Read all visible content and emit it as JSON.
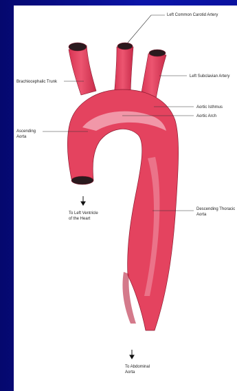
{
  "diagram": {
    "labels": {
      "left_common_carotid": "Left Common Carotid Artery",
      "brachiocephalic": "Brachiocephalic Trunk",
      "left_subclavian": "Left Subclavian Artery",
      "aortic_isthmus": "Aortic Isthmus",
      "aortic_arch": "Aortic Arch",
      "ascending_line1": "Ascending",
      "ascending_line2": "Aorta",
      "left_ventricle_line1": "To Left Ventricle",
      "left_ventricle_line2": "of the Heart",
      "descending_line1": "Descending Thoracic",
      "descending_line2": "Aorta",
      "abdominal_line1": "To Abdominal",
      "abdominal_line2": "Aorta"
    },
    "colors": {
      "background": "#0a12a0",
      "paper": "#ffffff",
      "vessel": "#e8435f",
      "vessel_dark": "#c42a48",
      "vessel_light": "#f4a2b0",
      "opening": "#2a1a1e"
    }
  }
}
